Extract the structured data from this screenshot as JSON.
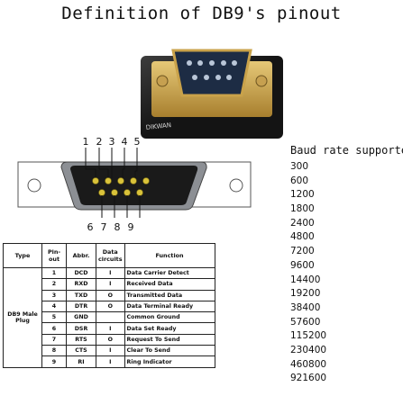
{
  "title": "Definition of DB9's pinout",
  "photo": {
    "brand": "DIKWAN"
  },
  "diagram": {
    "top_pin_labels": [
      "1",
      "2",
      "3",
      "4",
      "5"
    ],
    "bottom_pin_labels": [
      "6",
      "7",
      "8",
      "9"
    ]
  },
  "baud": {
    "title": "Baud  rate supported:",
    "rates": [
      "300",
      "600",
      "1200",
      "1800",
      "2400",
      "4800",
      "7200",
      "9600",
      "14400",
      "19200",
      "38400",
      "57600",
      "115200",
      "230400",
      "460800",
      "921600"
    ]
  },
  "table": {
    "headers": {
      "type": "Type",
      "pinout": "Pin-out",
      "abbr": "Abbr.",
      "circuits": "Data circuits",
      "function": "Function"
    },
    "type_value": "DB9 Male Plug",
    "rows": [
      {
        "pin": "1",
        "abbr": "DCD",
        "circ": "I",
        "func": "Data Carrier Detect"
      },
      {
        "pin": "2",
        "abbr": "RXD",
        "circ": "I",
        "func": "Received Data"
      },
      {
        "pin": "3",
        "abbr": "TXD",
        "circ": "O",
        "func": "Transmitted Data"
      },
      {
        "pin": "4",
        "abbr": "DTR",
        "circ": "O",
        "func": "Data Terminal Ready"
      },
      {
        "pin": "5",
        "abbr": "GND",
        "circ": "",
        "func": "Common Ground"
      },
      {
        "pin": "6",
        "abbr": "DSR",
        "circ": "I",
        "func": "Data Set Ready"
      },
      {
        "pin": "7",
        "abbr": "RTS",
        "circ": "O",
        "func": "Request To Send"
      },
      {
        "pin": "8",
        "abbr": "CTS",
        "circ": "I",
        "func": "Clear To Send"
      },
      {
        "pin": "9",
        "abbr": "RI",
        "circ": "I",
        "func": "Ring Indicator"
      }
    ]
  },
  "colors": {
    "connector_shell": "#8c8f94",
    "gold": "#c9a24a",
    "pin_yellow": "#d9c23a",
    "connector_black": "#1a1a1a"
  }
}
